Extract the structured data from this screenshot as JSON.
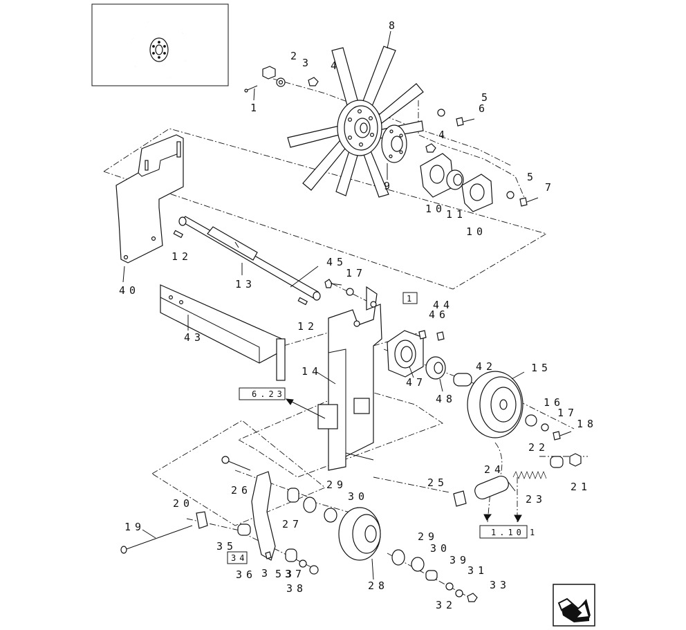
{
  "diagram": {
    "inset_label": "",
    "part_labels": [
      {
        "id": "p1",
        "text": "1"
      },
      {
        "id": "p2",
        "text": "2"
      },
      {
        "id": "p3",
        "text": "3"
      },
      {
        "id": "p4a",
        "text": "4"
      },
      {
        "id": "p8",
        "text": "8"
      },
      {
        "id": "p5a",
        "text": "5"
      },
      {
        "id": "p6",
        "text": "6"
      },
      {
        "id": "p4b",
        "text": "4"
      },
      {
        "id": "p9",
        "text": "9"
      },
      {
        "id": "p5b",
        "text": "5"
      },
      {
        "id": "p7",
        "text": "7"
      },
      {
        "id": "p10a",
        "text": "10"
      },
      {
        "id": "p11",
        "text": "11"
      },
      {
        "id": "p10b",
        "text": "10"
      },
      {
        "id": "p12a",
        "text": "12"
      },
      {
        "id": "p13",
        "text": "13"
      },
      {
        "id": "p40",
        "text": "40"
      },
      {
        "id": "p45",
        "text": "45"
      },
      {
        "id": "p17a",
        "text": "17"
      },
      {
        "id": "p12b",
        "text": "12"
      },
      {
        "id": "p43",
        "text": "43"
      },
      {
        "id": "p46",
        "text": "46"
      },
      {
        "id": "p44",
        "text": "44"
      },
      {
        "id": "p14",
        "text": "14"
      },
      {
        "id": "p47",
        "text": "47"
      },
      {
        "id": "p42",
        "text": "42"
      },
      {
        "id": "p48",
        "text": "48"
      },
      {
        "id": "p15",
        "text": "15"
      },
      {
        "id": "p16",
        "text": "16"
      },
      {
        "id": "p17b",
        "text": "17"
      },
      {
        "id": "p18",
        "text": "18"
      },
      {
        "id": "p22",
        "text": "22"
      },
      {
        "id": "p21",
        "text": "21"
      },
      {
        "id": "p24",
        "text": "24"
      },
      {
        "id": "p25",
        "text": "25"
      },
      {
        "id": "p23",
        "text": "23"
      },
      {
        "id": "p26",
        "text": "26"
      },
      {
        "id": "p29a",
        "text": "29"
      },
      {
        "id": "p30a",
        "text": "30"
      },
      {
        "id": "p20",
        "text": "20"
      },
      {
        "id": "p27",
        "text": "27"
      },
      {
        "id": "p19",
        "text": "19"
      },
      {
        "id": "p35",
        "text": "35"
      },
      {
        "id": "p29b",
        "text": "29"
      },
      {
        "id": "p30b",
        "text": "30"
      },
      {
        "id": "p39",
        "text": "39"
      },
      {
        "id": "p31",
        "text": "31"
      },
      {
        "id": "p36",
        "text": "36"
      },
      {
        "id": "p3b",
        "text": "3"
      },
      {
        "id": "p53",
        "text": "53"
      },
      {
        "id": "p37",
        "text": "37"
      },
      {
        "id": "p38",
        "text": "38"
      },
      {
        "id": "p28",
        "text": "28"
      },
      {
        "id": "p32",
        "text": "32"
      },
      {
        "id": "p33",
        "text": "33"
      }
    ],
    "reference_boxes": [
      {
        "id": "ref11",
        "text": "1"
      },
      {
        "id": "ref623",
        "text": "6.23"
      },
      {
        "id": "ref34",
        "text": "34"
      },
      {
        "id": "ref1101",
        "text": "1.10"
      },
      {
        "id": "ref1101b",
        "text": "1"
      }
    ]
  },
  "nav": {
    "next_page_icon": "bent-arrow-icon"
  }
}
